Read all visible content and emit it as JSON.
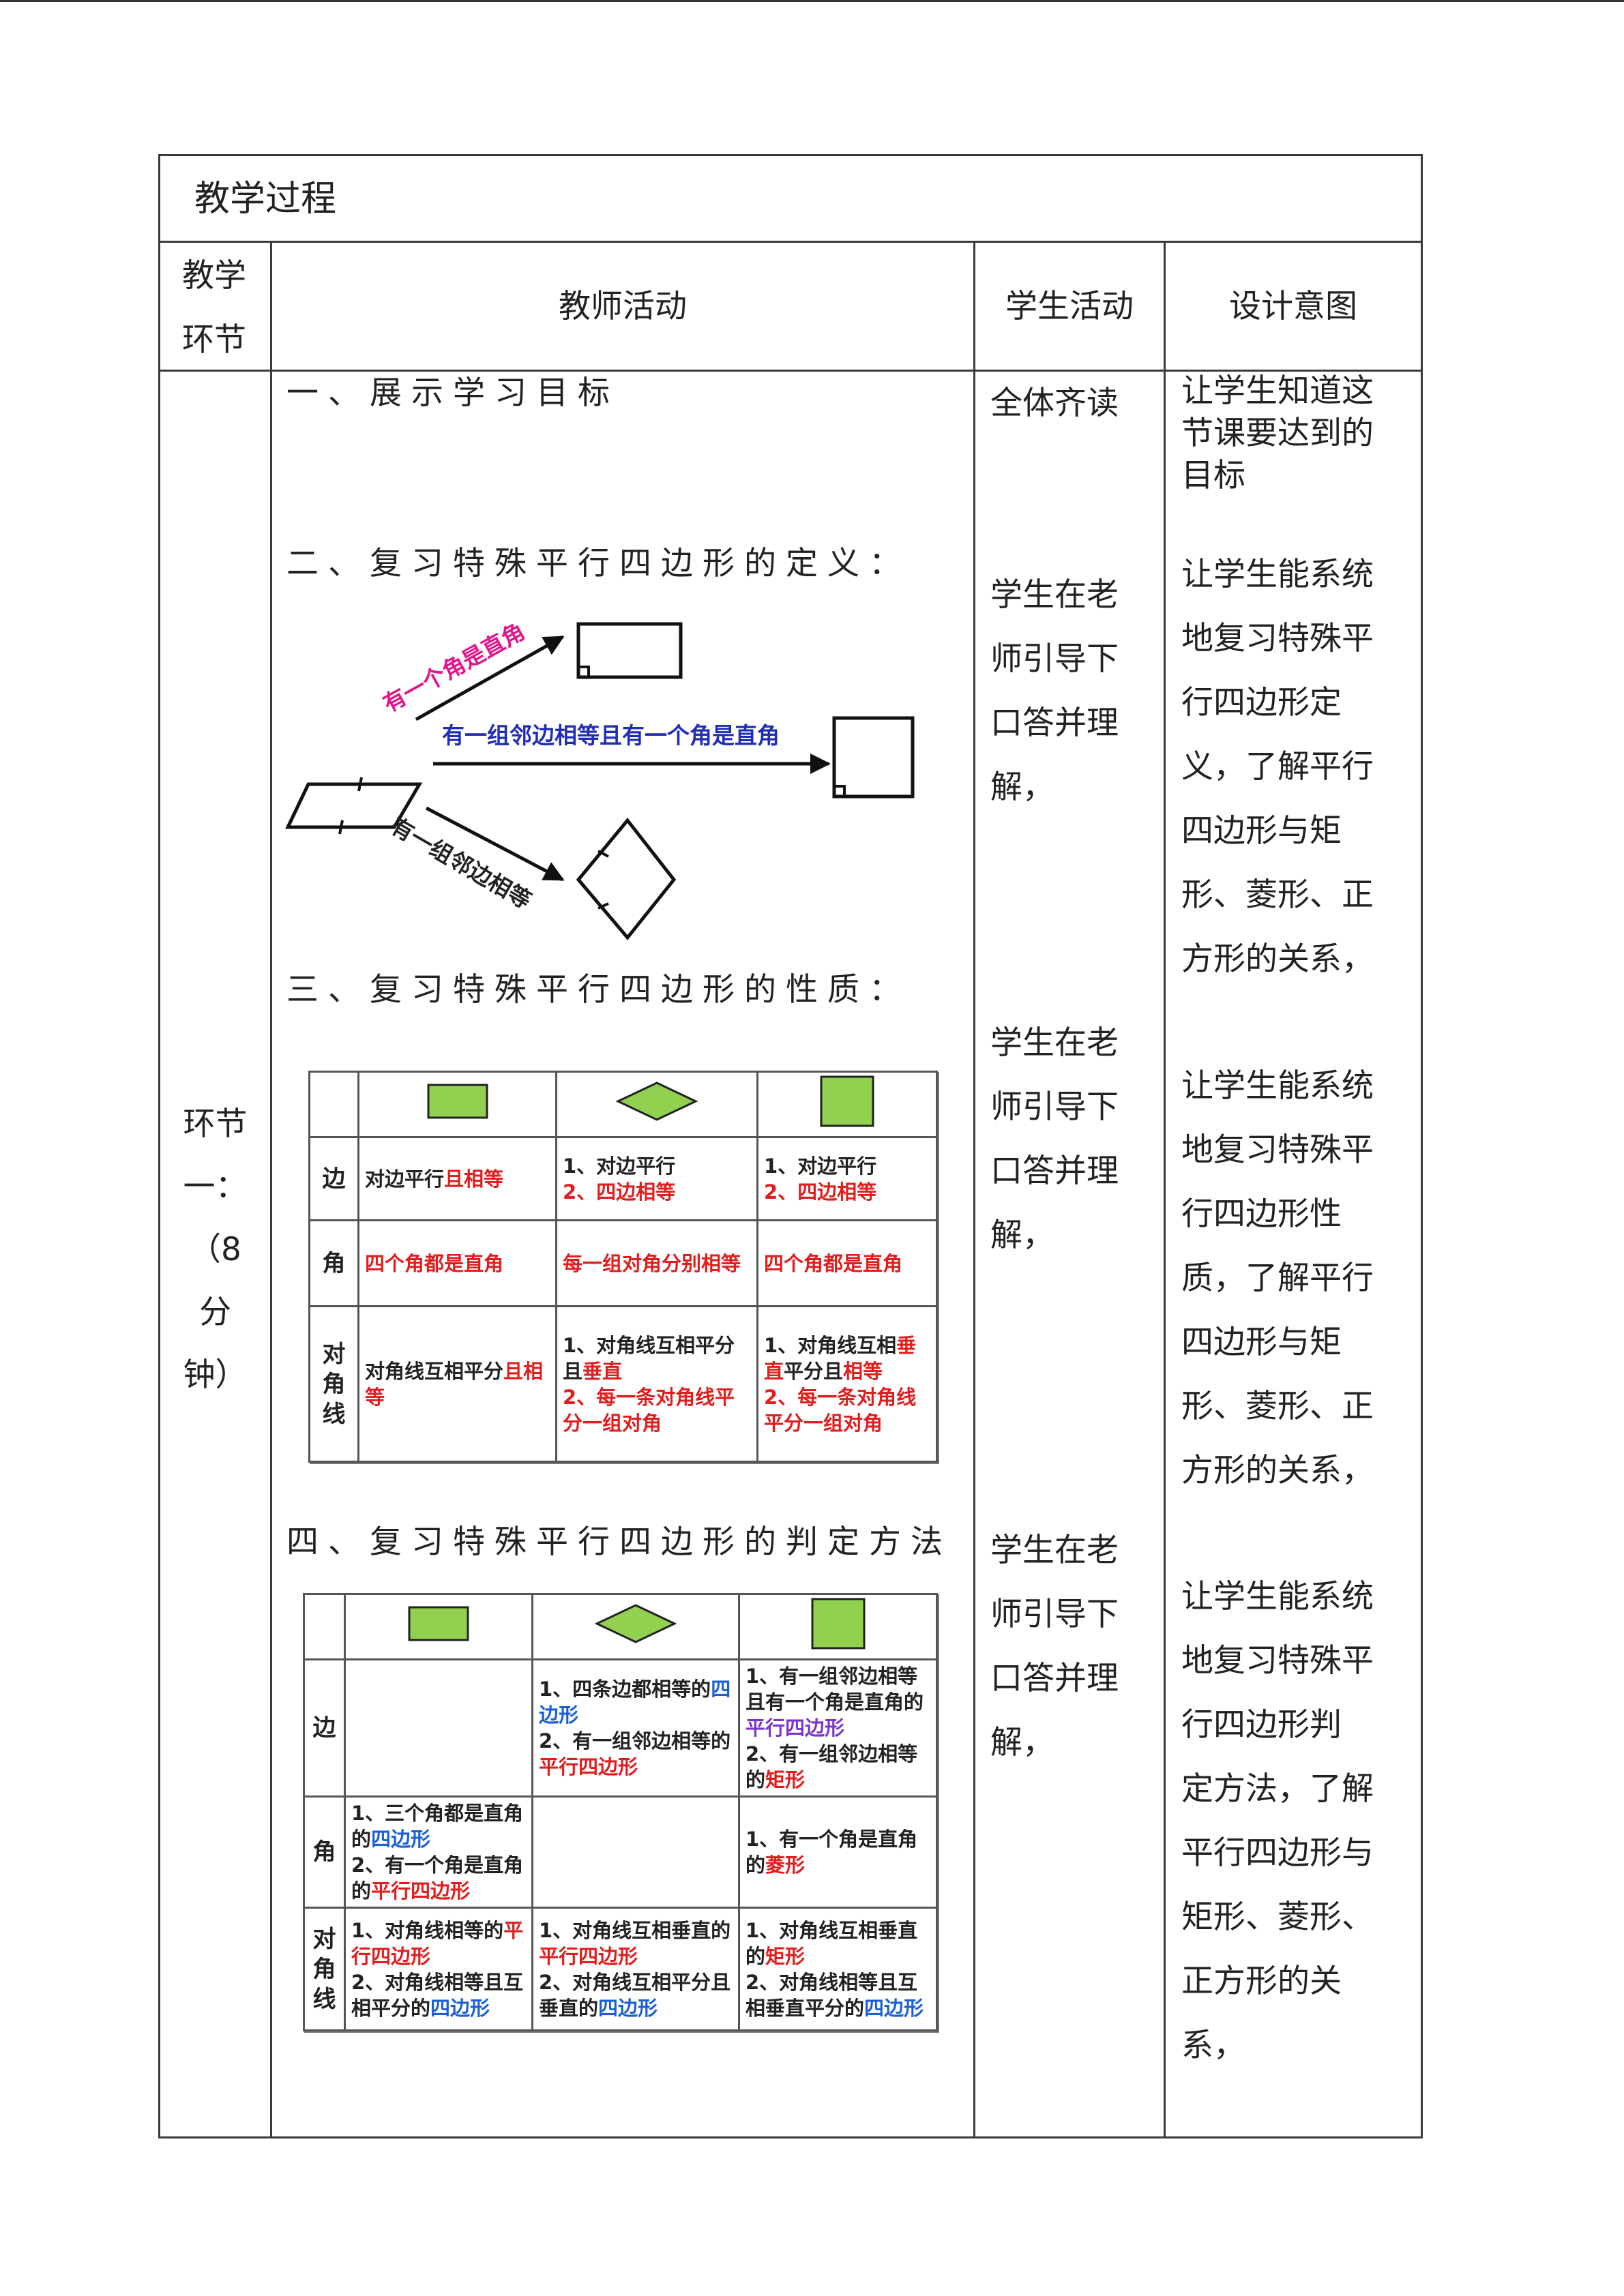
{
  "page": {
    "title": "教学过程"
  },
  "headers": {
    "stage": "教学环节",
    "teacher": "教师活动",
    "student": "学生活动",
    "design": "设计意图"
  },
  "stage": {
    "label": [
      "环节",
      "一：",
      "（8",
      "分",
      "钟）"
    ]
  },
  "sections": {
    "s1": "一、展示学习目标",
    "s2": "二、复习特殊平行四边形的定义：",
    "s3": "三、复习特殊平行四边形的性质：",
    "s4": "四、复习特殊平行四边形的判定方法"
  },
  "diagram": {
    "arrow_top": "有一个角是直角",
    "arrow_mid": "有一组邻边相等且有一个角是直角",
    "arrow_bottom": "有一组邻边相等"
  },
  "colors": {
    "rect": "#92d050",
    "emphasis_red": "#e11d1d",
    "emphasis_blue": "#1b5fd6",
    "emphasis_purple": "#7a35c9",
    "diagram_blue": "#1f2db8",
    "diagram_pink": "#e0168a"
  },
  "properties_table": {
    "rows": [
      {
        "head": "边",
        "rect": {
          "a": "对边平行",
          "b": "且相等"
        },
        "rhombus": {
          "l1": "1、对边平行",
          "l2": "2、四边相等"
        },
        "square": {
          "l1": "1、对边平行",
          "l2": "2、四边相等"
        }
      },
      {
        "head": "角",
        "rect": "四个角都是直角",
        "rhombus": "每一组对角分别相等",
        "square": "四个角都是直角"
      },
      {
        "head": [
          "对",
          "角",
          "线"
        ],
        "rect": {
          "a": "对角线互相平分",
          "b": "且",
          "c": "相等"
        },
        "rhombus": {
          "l1a": "1、对角线互相平分且",
          "l1b": "垂直",
          "l2": "2、每一条对角线平分一组对角"
        },
        "square": {
          "l1a": "1、对角线互相",
          "l1b": "垂直",
          "l1c": "平分且",
          "l1d": "相等",
          "l2": "2、每一条对角线平分一组对角"
        }
      }
    ]
  },
  "judgement_table": {
    "rows": [
      {
        "head": "边",
        "rect": "",
        "rhombus": {
          "l1a": "1、四条边都相等的",
          "l1b": "四边形",
          "l2a": "2、有一组邻边相等的",
          "l2b": "平行四边形"
        },
        "square": {
          "l1a": "1、有一组邻边相等且有一个角是直角的",
          "l1b": "平行四边形",
          "l2a": "2、有一组邻边相等的",
          "l2b": "矩形"
        }
      },
      {
        "head": "角",
        "rect": {
          "l1a": "1、三个角都是直角的",
          "l1b": "四边形",
          "l2a": "2、有一个角是直角的",
          "l2b": "平行四边形"
        },
        "rhombus": "",
        "square": {
          "l1a": "1、有一个角是直角的",
          "l1b": "菱形"
        }
      },
      {
        "head": [
          "对",
          "角",
          "线"
        ],
        "rect": {
          "l1a": "1、对角线相等的",
          "l1b": "平行四边形",
          "l2a": "2、对角线相等且互相平分的",
          "l2b": "四边形"
        },
        "rhombus": {
          "l1a": "1、对角线互相垂直的",
          "l1b": "平行四边形",
          "l2a": "2、对角线互相平分且垂直的",
          "l2b": "四边形"
        },
        "square": {
          "l1a": "1、对角线互相垂直的",
          "l1b": "矩形",
          "l2a": "2、对角线相等且互相垂直平分的",
          "l2b": "四边形"
        }
      }
    ]
  },
  "student": {
    "a1": "全体齐读",
    "a2": [
      "学生在老",
      "师引导下",
      "口答并理",
      "解，"
    ],
    "a3": [
      "学生在老",
      "师引导下",
      "口答并理",
      "解，"
    ],
    "a4": [
      "学生在老",
      "师引导下",
      "口答并理",
      "解，"
    ]
  },
  "design": {
    "d1": [
      "让学生知道这",
      "节课要达到的",
      "目标"
    ],
    "d2": [
      "让学生能系统",
      "地复习特殊平",
      "行四边形定",
      "义，了解平行",
      "四边形与矩",
      "形、菱形、正",
      "方形的关系，"
    ],
    "d3": [
      "让学生能系统",
      "地复习特殊平",
      "行四边形性",
      "质，了解平行",
      "四边形与矩",
      "形、菱形、正",
      "方形的关系，"
    ],
    "d4": [
      "让学生能系统",
      "地复习特殊平",
      "行四边形判",
      "定方法，了解",
      "平行四边形与",
      "矩形、菱形、",
      "正方形的关",
      "系，"
    ]
  }
}
